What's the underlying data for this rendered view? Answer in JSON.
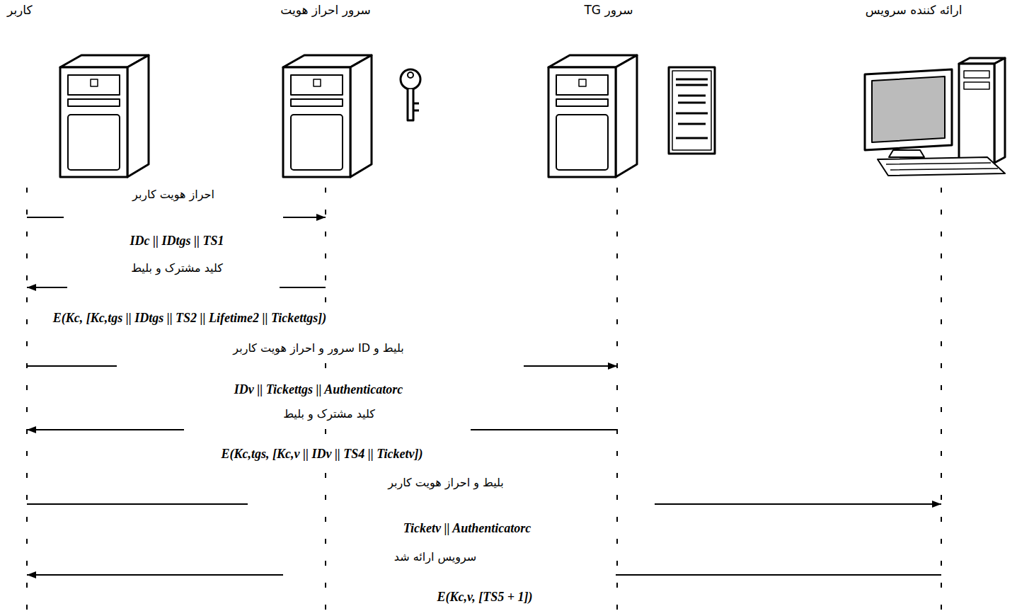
{
  "diagram": {
    "nodes": [
      {
        "text": [
          "کاربر"
        ]
      },
      {
        "text": [
          "سرور احراز هویت"
        ]
      },
      {
        "text": [
          "سرور TG"
        ]
      },
      {
        "text": [
          "ارائه کننده سرویس"
        ]
      }
    ],
    "edges": [
      {
        "from": 0,
        "to": 1,
        "arrow": "to",
        "label": "احراز هویت کاربر"
      },
      {
        "from": 1,
        "to": 0,
        "arrow": "to",
        "label": "کلید مشترک و بلیط"
      },
      {
        "from": 0,
        "to": 2,
        "arrow": "to",
        "label": "بلیط و ID سرور و احراز هویت کاربر"
      },
      {
        "from": 2,
        "to": 0,
        "arrow": "to",
        "label": "کلید مشترک و بلیط"
      },
      {
        "from": 0,
        "to": 3,
        "arrow": "to",
        "label": "بلیط و احراز هویت کاربر"
      },
      {
        "from": 3,
        "to": 0,
        "arrow": "to",
        "label": "سرویس ارائه شد"
      }
    ],
    "labels": [
      "IDc || IDtgs || TS1",
      "E(Kc, [Kc,tgs || IDtgs || TS2 || Lifetime2 || Tickettgs])",
      "IDv || Tickettgs || Authenticatorc",
      "E(Kc,tgs, [Kc,v || IDv || TS4 || Ticketv])",
      "Ticketv || Authenticatorc",
      "E(Kc,v, [TS5 + 1])"
    ]
  }
}
